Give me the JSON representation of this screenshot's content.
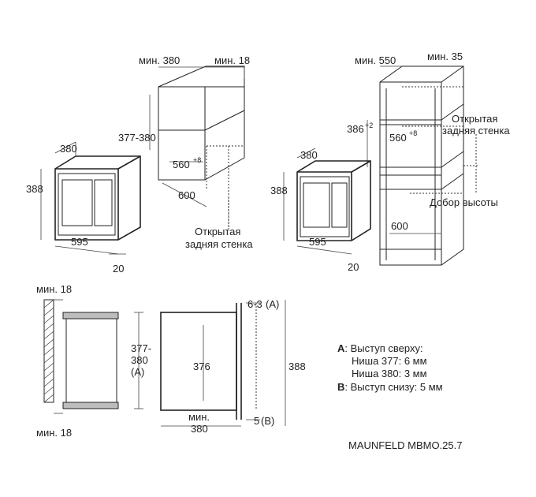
{
  "top_left": {
    "min380": "мин. 380",
    "min18": "мин. 18",
    "d377_380": "377-380",
    "d380": "380",
    "d388": "388",
    "d560": "560",
    "d560_sup": "+8",
    "d600": "600",
    "d595": "595",
    "d20": "20",
    "open_back_1": "Открытая",
    "open_back_2": "задняя стенка"
  },
  "top_right": {
    "min550": "мин. 550",
    "min35": "мин. 35",
    "d386": "386",
    "d386_sup": "+2",
    "d560": "560",
    "d560_sup": "+8",
    "open_back_1": "Открытая",
    "open_back_2": "задняя стенка",
    "height_addon": "Добор высоты",
    "d380": "380",
    "d388": "388",
    "d600": "600",
    "d595": "595",
    "d20": "20"
  },
  "bottom": {
    "min18_top": "мин. 18",
    "min18_bottom": "мин. 18",
    "d377": "377-",
    "d380": "380",
    "d_a": "(A)",
    "d376": "376",
    "min_label": "мин.",
    "min380": "380",
    "d6_3": "6-3",
    "a_ref": "(A)",
    "d5": "5",
    "b_ref": "(B)",
    "d388": "388"
  },
  "legend": {
    "a_key": "A",
    "a_text": ": Выступ сверху:",
    "niche377": "Ниша 377: 6 мм",
    "niche380": "Ниша 380: 3 мм",
    "b_key": "B",
    "b_text": ": Выступ снизу: 5 мм"
  },
  "model": "MAUNFELD MBMO.25.7"
}
